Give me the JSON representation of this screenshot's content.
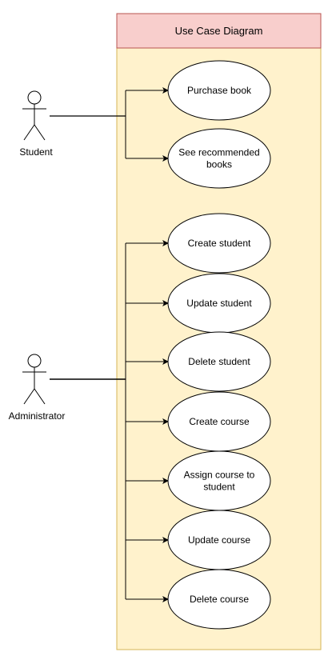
{
  "diagram": {
    "title": "Use Case Diagram",
    "colors": {
      "system_fill": "#fff2cc",
      "system_stroke": "#d6b656",
      "header_fill": "#f8cecc",
      "header_stroke": "#b85450",
      "line": "#000000",
      "use_case_fill": "#ffffff"
    },
    "actors": [
      {
        "id": "student",
        "label": "Student"
      },
      {
        "id": "administrator",
        "label": "Administrator"
      }
    ],
    "use_cases": [
      {
        "id": "purchase-book",
        "lines": [
          "Purchase book"
        ]
      },
      {
        "id": "see-recommended-books",
        "lines": [
          "See recommended",
          "books"
        ]
      },
      {
        "id": "create-student",
        "lines": [
          "Create student"
        ]
      },
      {
        "id": "update-student",
        "lines": [
          "Update student"
        ]
      },
      {
        "id": "delete-student",
        "lines": [
          "Delete student"
        ]
      },
      {
        "id": "create-course",
        "lines": [
          "Create course"
        ]
      },
      {
        "id": "assign-course-to-student",
        "lines": [
          "Assign course to",
          "student"
        ]
      },
      {
        "id": "update-course",
        "lines": [
          "Update course"
        ]
      },
      {
        "id": "delete-course",
        "lines": [
          "Delete course"
        ]
      }
    ],
    "associations": [
      {
        "actor": "student",
        "use_case": "purchase-book"
      },
      {
        "actor": "student",
        "use_case": "see-recommended-books"
      },
      {
        "actor": "administrator",
        "use_case": "create-student"
      },
      {
        "actor": "administrator",
        "use_case": "update-student"
      },
      {
        "actor": "administrator",
        "use_case": "delete-student"
      },
      {
        "actor": "administrator",
        "use_case": "create-course"
      },
      {
        "actor": "administrator",
        "use_case": "assign-course-to-student"
      },
      {
        "actor": "administrator",
        "use_case": "update-course"
      },
      {
        "actor": "administrator",
        "use_case": "delete-course"
      }
    ]
  }
}
